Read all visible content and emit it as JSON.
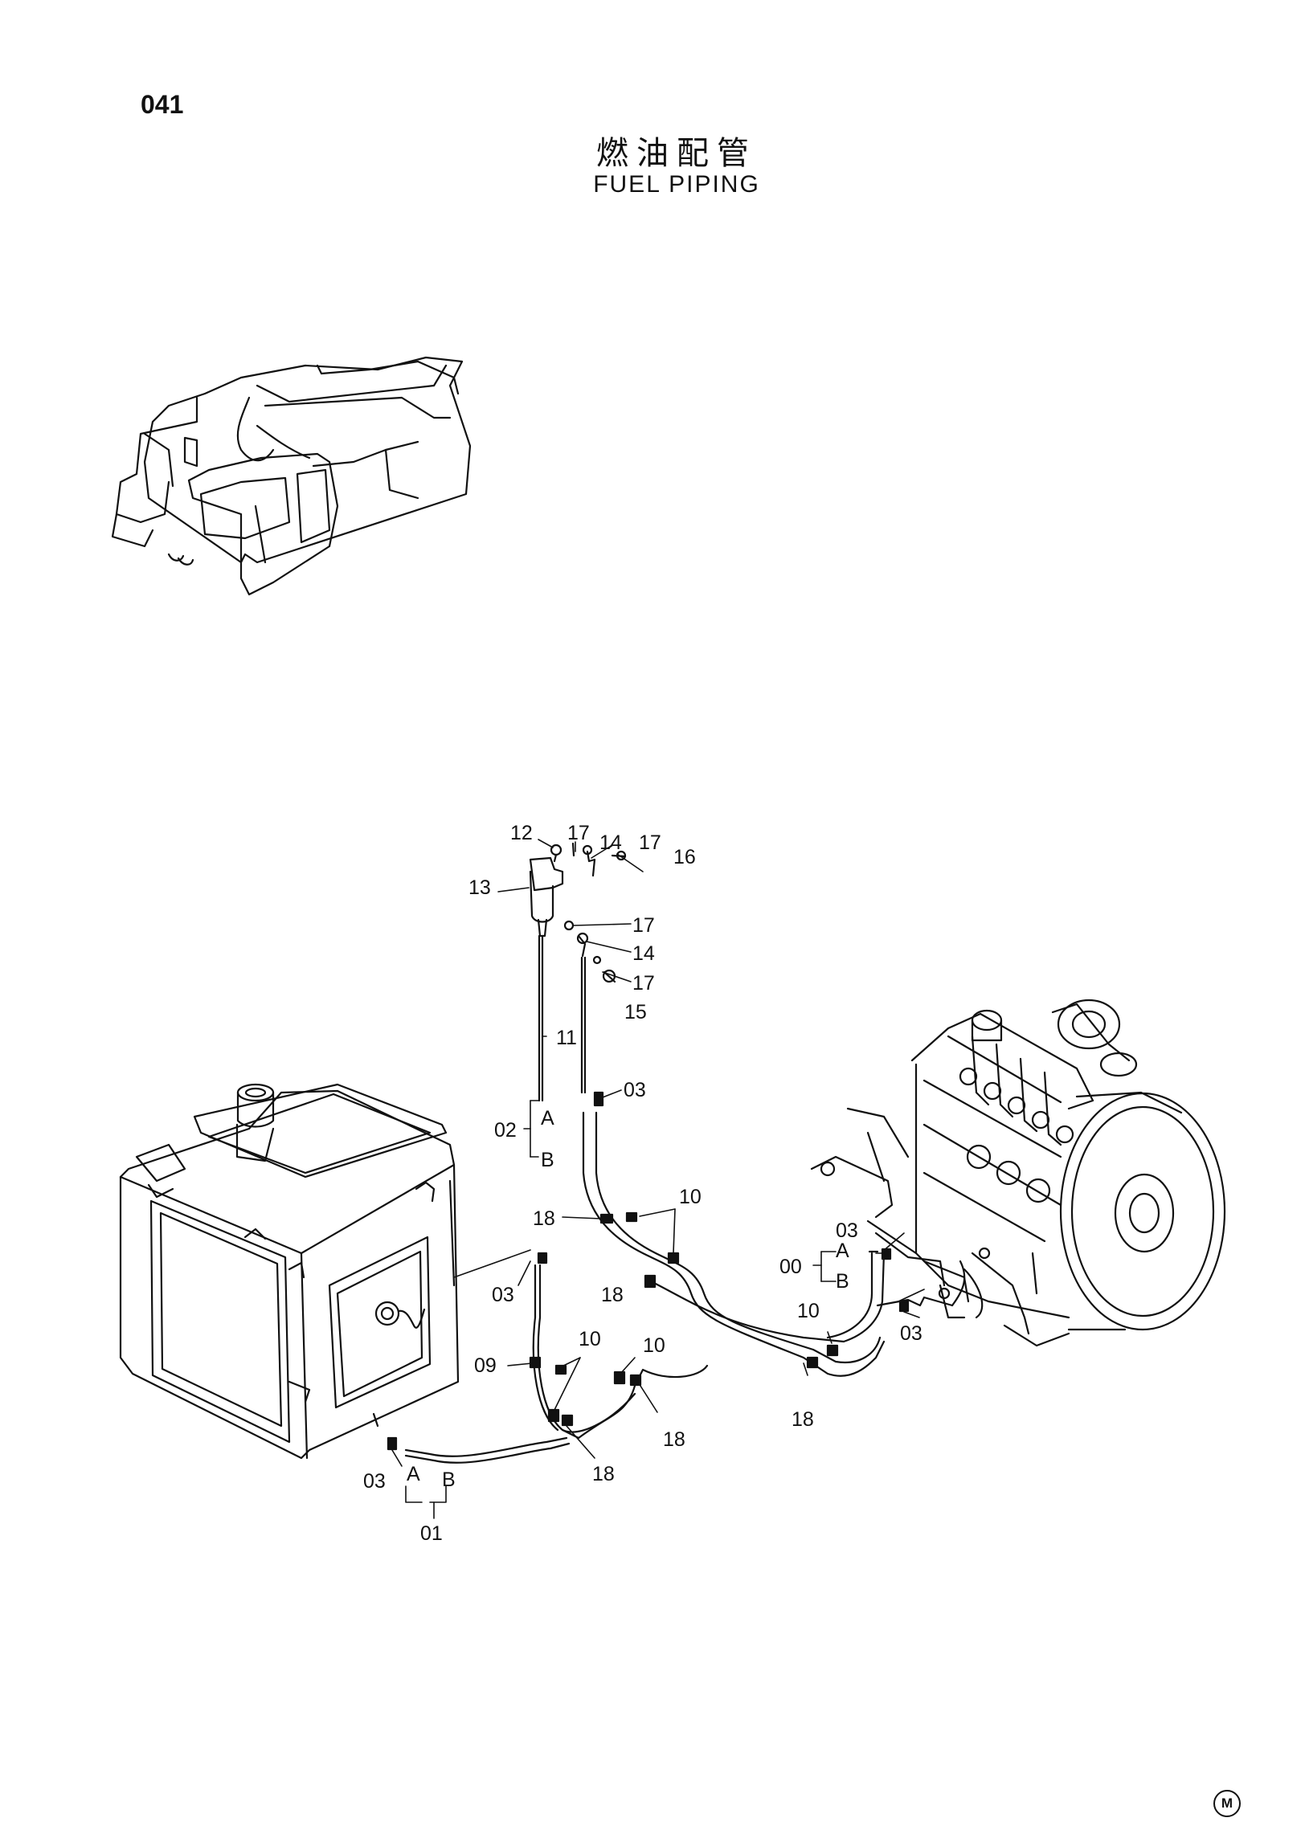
{
  "page": {
    "number": "041",
    "title_cn": "燃油配管",
    "title_en": "FUEL PIPING",
    "maker_mark": "M"
  },
  "labels": {
    "l12": "12",
    "l17a": "17",
    "l14a": "14",
    "l17b": "17",
    "l16": "16",
    "l13": "13",
    "l17c": "17",
    "l14b": "14",
    "l17d": "17",
    "l15": "15",
    "l11": "11",
    "l03a": "03",
    "l02": "02",
    "l02A": "A",
    "l02B": "B",
    "l18a": "18",
    "l10a": "10",
    "l03b": "03",
    "l18b": "18",
    "l00": "00",
    "l00A": "A",
    "l00B": "B",
    "l03c": "03",
    "l10b": "10",
    "l03d": "03",
    "l09": "09",
    "l10c": "10",
    "l10d": "10",
    "l18c": "18",
    "l18d": "18",
    "l03e": "03",
    "l01A": "A",
    "l01B": "B",
    "l18e": "18",
    "l01": "01"
  }
}
